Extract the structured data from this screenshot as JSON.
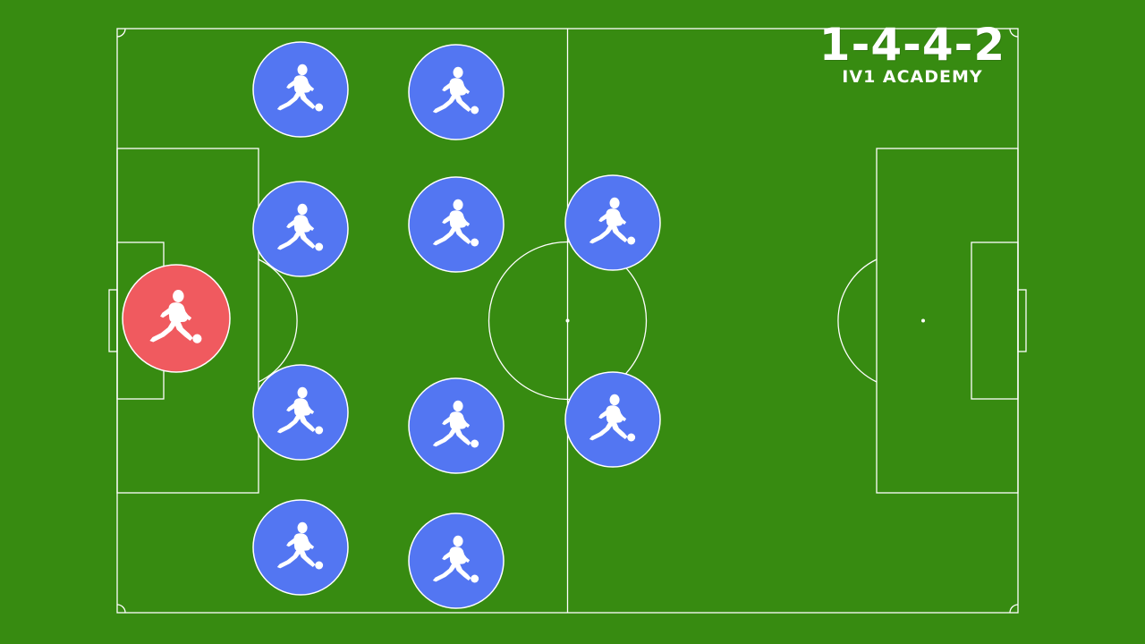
{
  "title": {
    "formation": "1-4-4-2",
    "brand": "IV1 ACADEMY"
  },
  "colors": {
    "grass": "#378b11",
    "lines": "#ffffff",
    "goalkeeper": "#f05a5f",
    "outfield": "#5376f2"
  },
  "icons": {
    "player": "footballer-kicking-icon"
  },
  "players": [
    {
      "role": "goalkeeper",
      "name": "player-goalkeeper"
    },
    {
      "role": "outfield",
      "name": "player-defender-left"
    },
    {
      "role": "outfield",
      "name": "player-defender-left-center"
    },
    {
      "role": "outfield",
      "name": "player-defender-right-center"
    },
    {
      "role": "outfield",
      "name": "player-defender-right"
    },
    {
      "role": "outfield",
      "name": "player-midfielder-left"
    },
    {
      "role": "outfield",
      "name": "player-midfielder-left-center"
    },
    {
      "role": "outfield",
      "name": "player-midfielder-right-center"
    },
    {
      "role": "outfield",
      "name": "player-midfielder-right"
    },
    {
      "role": "outfield",
      "name": "player-forward-left"
    },
    {
      "role": "outfield",
      "name": "player-forward-right"
    }
  ]
}
